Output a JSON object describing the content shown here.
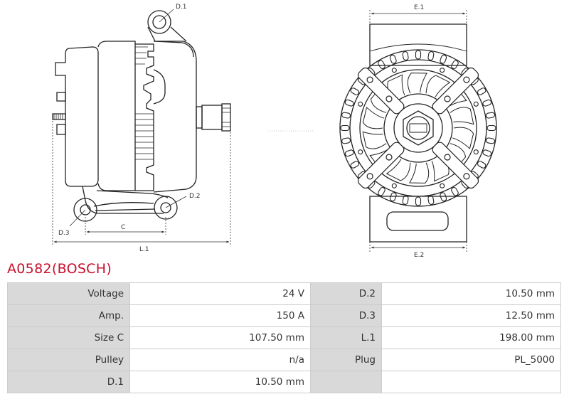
{
  "drawing": {
    "side_labels": {
      "d1": "D.1",
      "d2": "D.2",
      "d3": "D.3",
      "c": "C",
      "l1": "L.1"
    },
    "front_labels": {
      "e1": "E.1",
      "e2": "E.2"
    }
  },
  "title": "A0582(BOSCH)",
  "specs": [
    [
      {
        "label": "Voltage",
        "value": "24 V"
      },
      {
        "label": "D.2",
        "value": "10.50 mm"
      }
    ],
    [
      {
        "label": "Amp.",
        "value": "150 A"
      },
      {
        "label": "D.3",
        "value": "12.50 mm"
      }
    ],
    [
      {
        "label": "Size C",
        "value": "107.50 mm"
      },
      {
        "label": "L.1",
        "value": "198.00 mm"
      }
    ],
    [
      {
        "label": "Pulley",
        "value": "n/a"
      },
      {
        "label": "Plug",
        "value": "PL_5000"
      }
    ],
    [
      {
        "label": "D.1",
        "value": "10.50 mm"
      },
      {
        "label": "",
        "value": ""
      }
    ]
  ]
}
